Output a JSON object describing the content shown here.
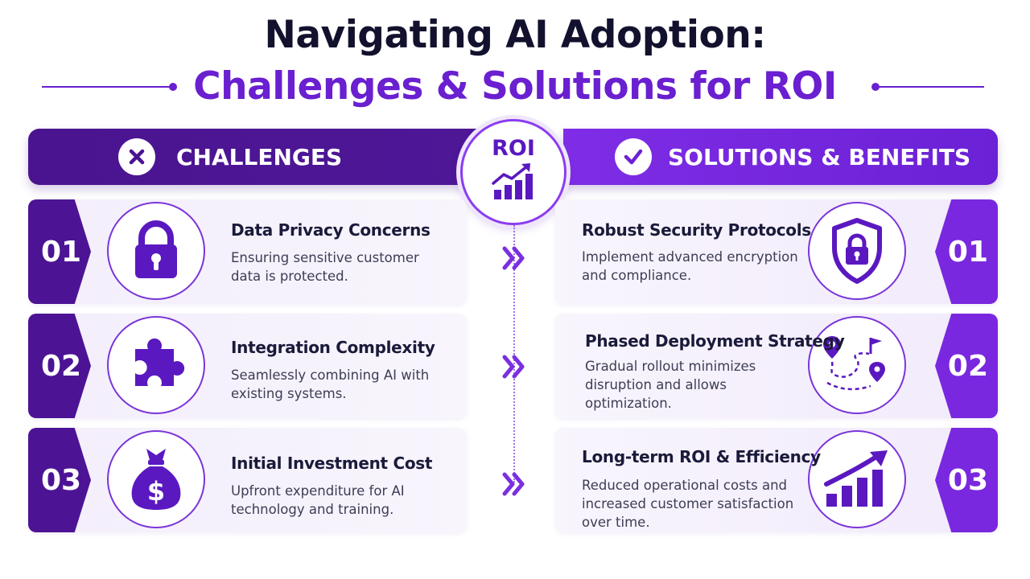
{
  "title": {
    "line1": "Navigating AI Adoption:",
    "line2": "Challenges & Solutions for ROI"
  },
  "colors": {
    "dark_purple": "#4a1490",
    "purple": "#6a1fd0",
    "bright_purple": "#7f2de6",
    "navy": "#12122e"
  },
  "challenges": {
    "header": "CHALLENGES",
    "header_icon": "x-circle-icon",
    "items": [
      {
        "number": "01",
        "title": "Data Privacy Concerns",
        "desc_line1": "Ensuring sensitive customer",
        "desc_line2": "data is protected.",
        "icon": "lock-icon"
      },
      {
        "number": "02",
        "title": "Integration Complexity",
        "desc_line1": "Seamlessly combining AI with",
        "desc_line2": "existing systems.",
        "icon": "puzzle-piece-icon"
      },
      {
        "number": "03",
        "title": "Initial Investment Cost",
        "desc_line1": "Upfront expenditure for AI",
        "desc_line2": "technology and training.",
        "icon": "money-bag-icon"
      }
    ]
  },
  "solutions": {
    "header": "SOLUTIONS & BENEFITS",
    "header_icon": "check-circle-icon",
    "items": [
      {
        "number": "01",
        "title": "Robust Security Protocols",
        "desc_line1": "Implement advanced encryption",
        "desc_line2": "and compliance.",
        "desc_line3": "",
        "icon": "shield-lock-icon"
      },
      {
        "number": "02",
        "title": "Phased Deployment Strategy",
        "desc_line1": "Gradual rollout minimizes",
        "desc_line2": "disruption and allows",
        "desc_line3": "optimization.",
        "icon": "route-map-icon"
      },
      {
        "number": "03",
        "title": "Long-term ROI & Efficiency",
        "desc_line1": "Reduced operational costs and",
        "desc_line2": "increased customer satisfaction",
        "desc_line3": "over time.",
        "icon": "growth-chart-icon"
      }
    ]
  },
  "center": {
    "badge_text": "ROI",
    "badge_icon": "roi-chart-icon",
    "connector_icon": "double-chevron-right-icon"
  }
}
